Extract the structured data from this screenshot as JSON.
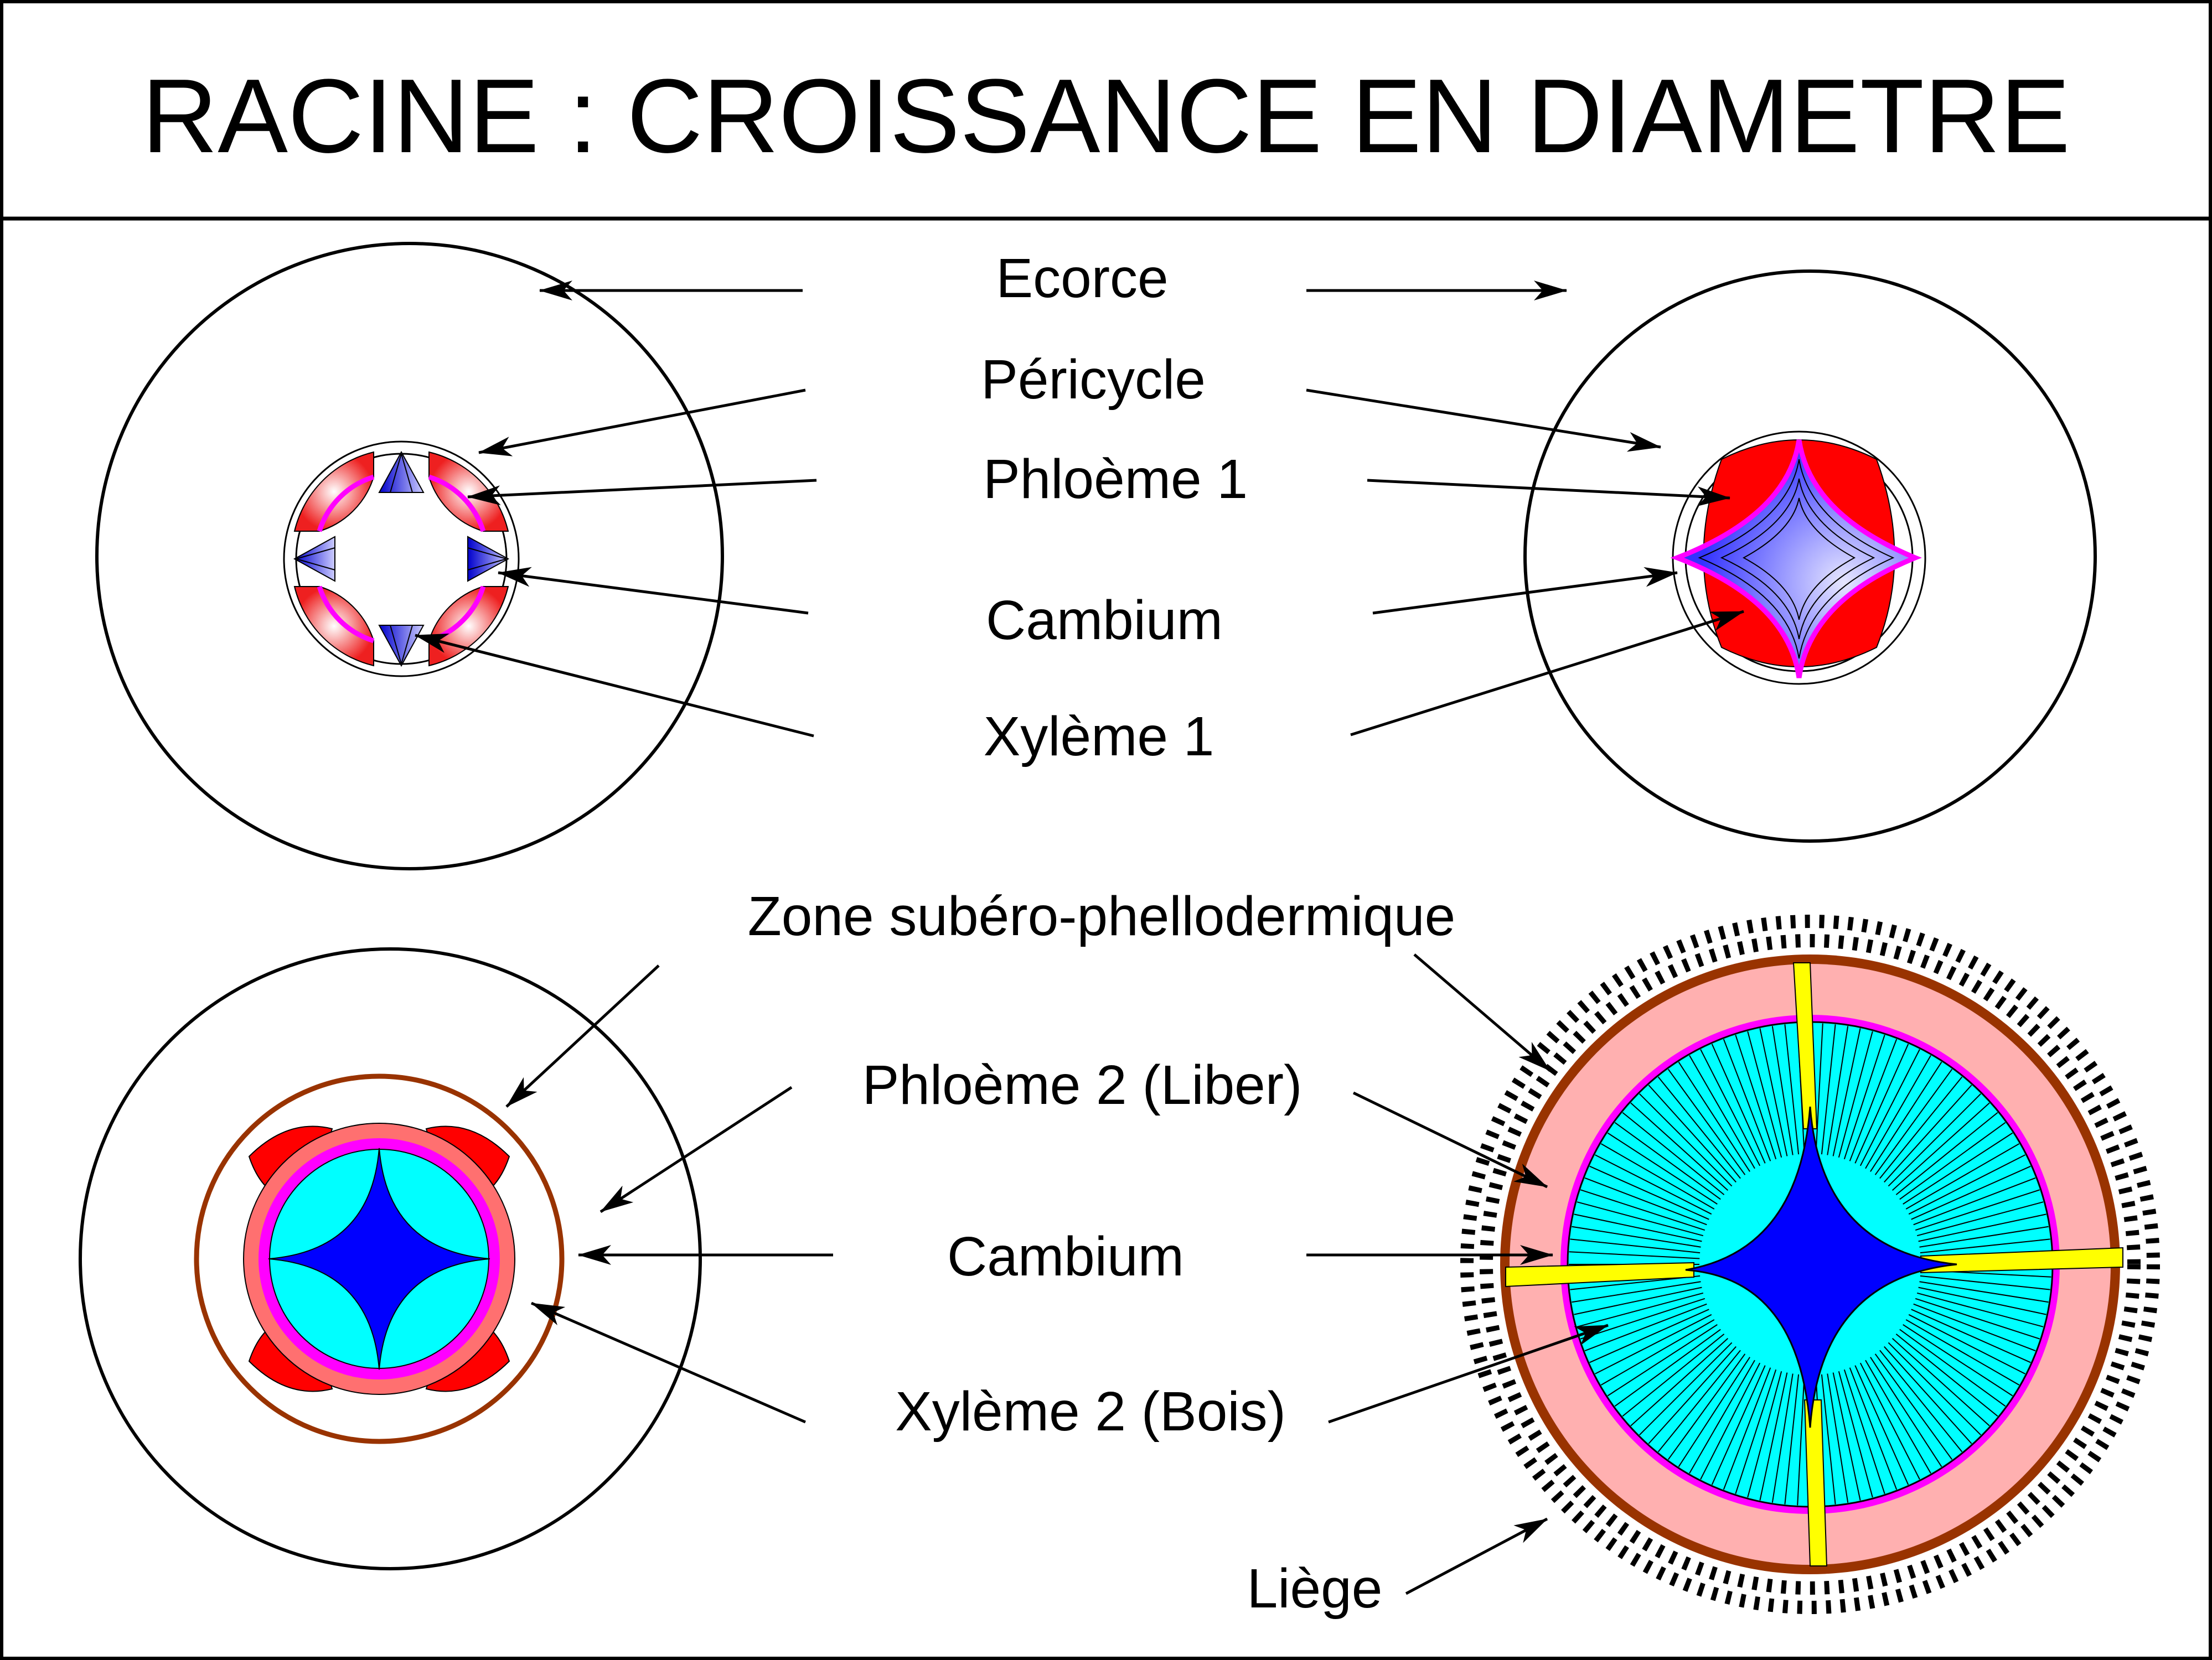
{
  "title": "RACINE : CROISSANCE EN DIAMETRE",
  "labels_top": {
    "ecorce": "Ecorce",
    "pericycle": "Péricycle",
    "phloeme1": "Phloème 1",
    "cambium": "Cambium",
    "xyleme1": "Xylème 1"
  },
  "labels_bottom": {
    "zone": "Zone subéro-phellodermique",
    "phloeme2": "Phloème 2 (Liber)",
    "cambium": "Cambium",
    "xyleme2": "Xylème 2 (Bois)",
    "liege": "Liège"
  },
  "colors": {
    "phloem_red": "#ff0000",
    "phloem_light": "#ff9a9a",
    "xylem_blue": "#0000ff",
    "xylem_light": "#b8b8ff",
    "cambium_magenta": "#ff00ff",
    "xylem2_cyan": "#00ffff",
    "liber_salmon": "#ff7070",
    "liber_pink": "#ffb0b0",
    "periderm_brown": "#993300",
    "ray_yellow": "#ffff00"
  }
}
